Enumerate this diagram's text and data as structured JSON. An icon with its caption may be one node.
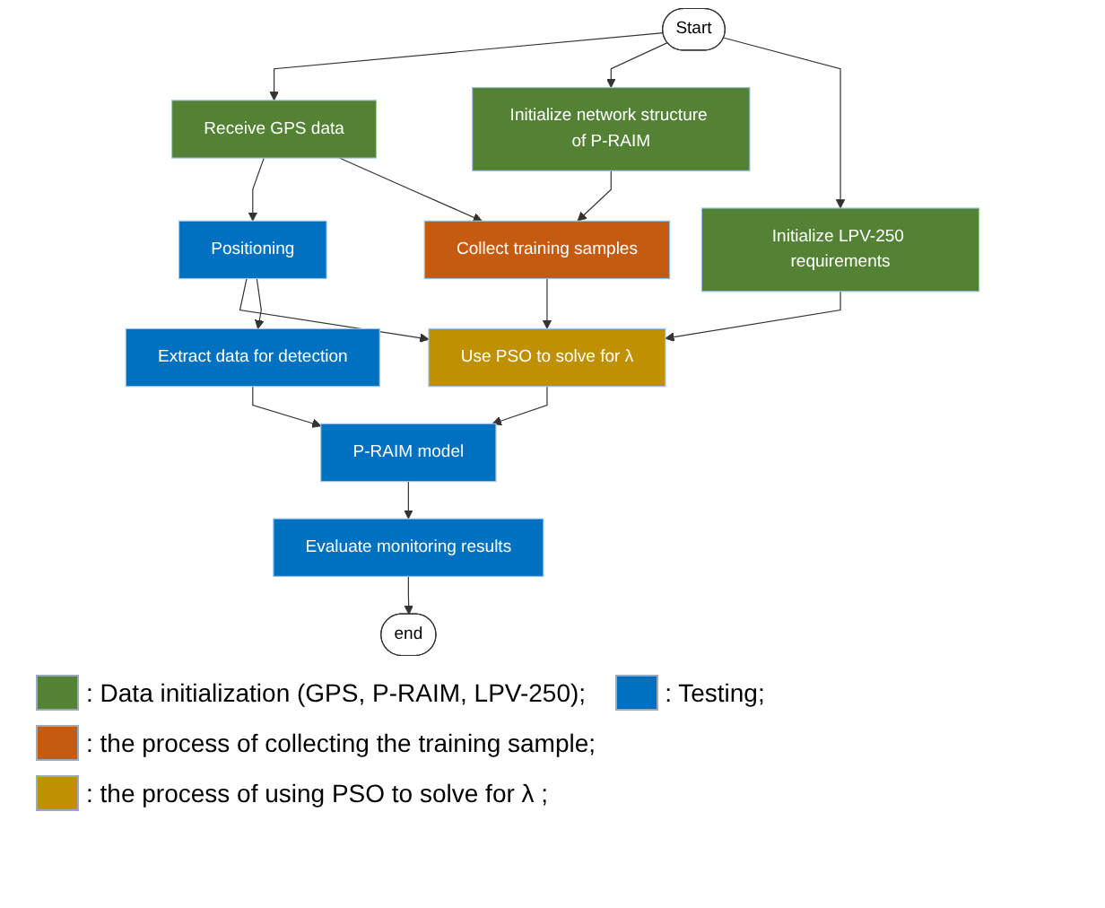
{
  "diagram": {
    "nodes": [
      {
        "text": [
          "Start"
        ]
      },
      {
        "text": [
          "Receive GPS data"
        ]
      },
      {
        "text": [
          "Initialize network structure of P-RAIM"
        ]
      },
      {
        "text": [
          "Initialize LPV-250 requirements"
        ]
      },
      {
        "text": [
          "Positioning"
        ]
      },
      {
        "text": [
          "Collect training samples"
        ]
      },
      {
        "text": [
          "Use PSO to solve for λ"
        ]
      },
      {
        "text": [
          "Extract data for detection"
        ]
      },
      {
        "text": [
          "P-RAIM model"
        ]
      },
      {
        "text": [
          "Evaluate monitoring results"
        ]
      },
      {
        "text": [
          "end"
        ]
      }
    ],
    "edges": [
      {
        "from": 0,
        "to": 1,
        "arrow": "to"
      },
      {
        "from": 0,
        "to": 2,
        "arrow": "to"
      },
      {
        "from": 0,
        "to": 3,
        "arrow": "to"
      },
      {
        "from": 1,
        "to": 4,
        "arrow": "to"
      },
      {
        "from": 1,
        "to": 5,
        "arrow": "to"
      },
      {
        "from": 2,
        "to": 5,
        "arrow": "to"
      },
      {
        "from": 3,
        "to": 6,
        "arrow": "to"
      },
      {
        "from": 5,
        "to": 6,
        "arrow": "to"
      },
      {
        "from": 4,
        "to": 6,
        "arrow": "to"
      },
      {
        "from": 4,
        "to": 7,
        "arrow": "to"
      },
      {
        "from": 7,
        "to": 8,
        "arrow": "to"
      },
      {
        "from": 6,
        "to": 8,
        "arrow": "to"
      },
      {
        "from": 8,
        "to": 9,
        "arrow": "to"
      },
      {
        "from": 9,
        "to": 10,
        "arrow": "to"
      }
    ],
    "legend": [
      {
        "text": ": Data initialization (GPS, P-RAIM, LPV-250);",
        "color": "#548235"
      },
      {
        "text": ": Testing;",
        "color": "#0070c0"
      },
      {
        "text": ": the process of collecting the training sample;",
        "color": "#c55a11"
      },
      {
        "text": ": the process of using PSO to solve for λ ;",
        "color": "#bf9000"
      }
    ]
  }
}
